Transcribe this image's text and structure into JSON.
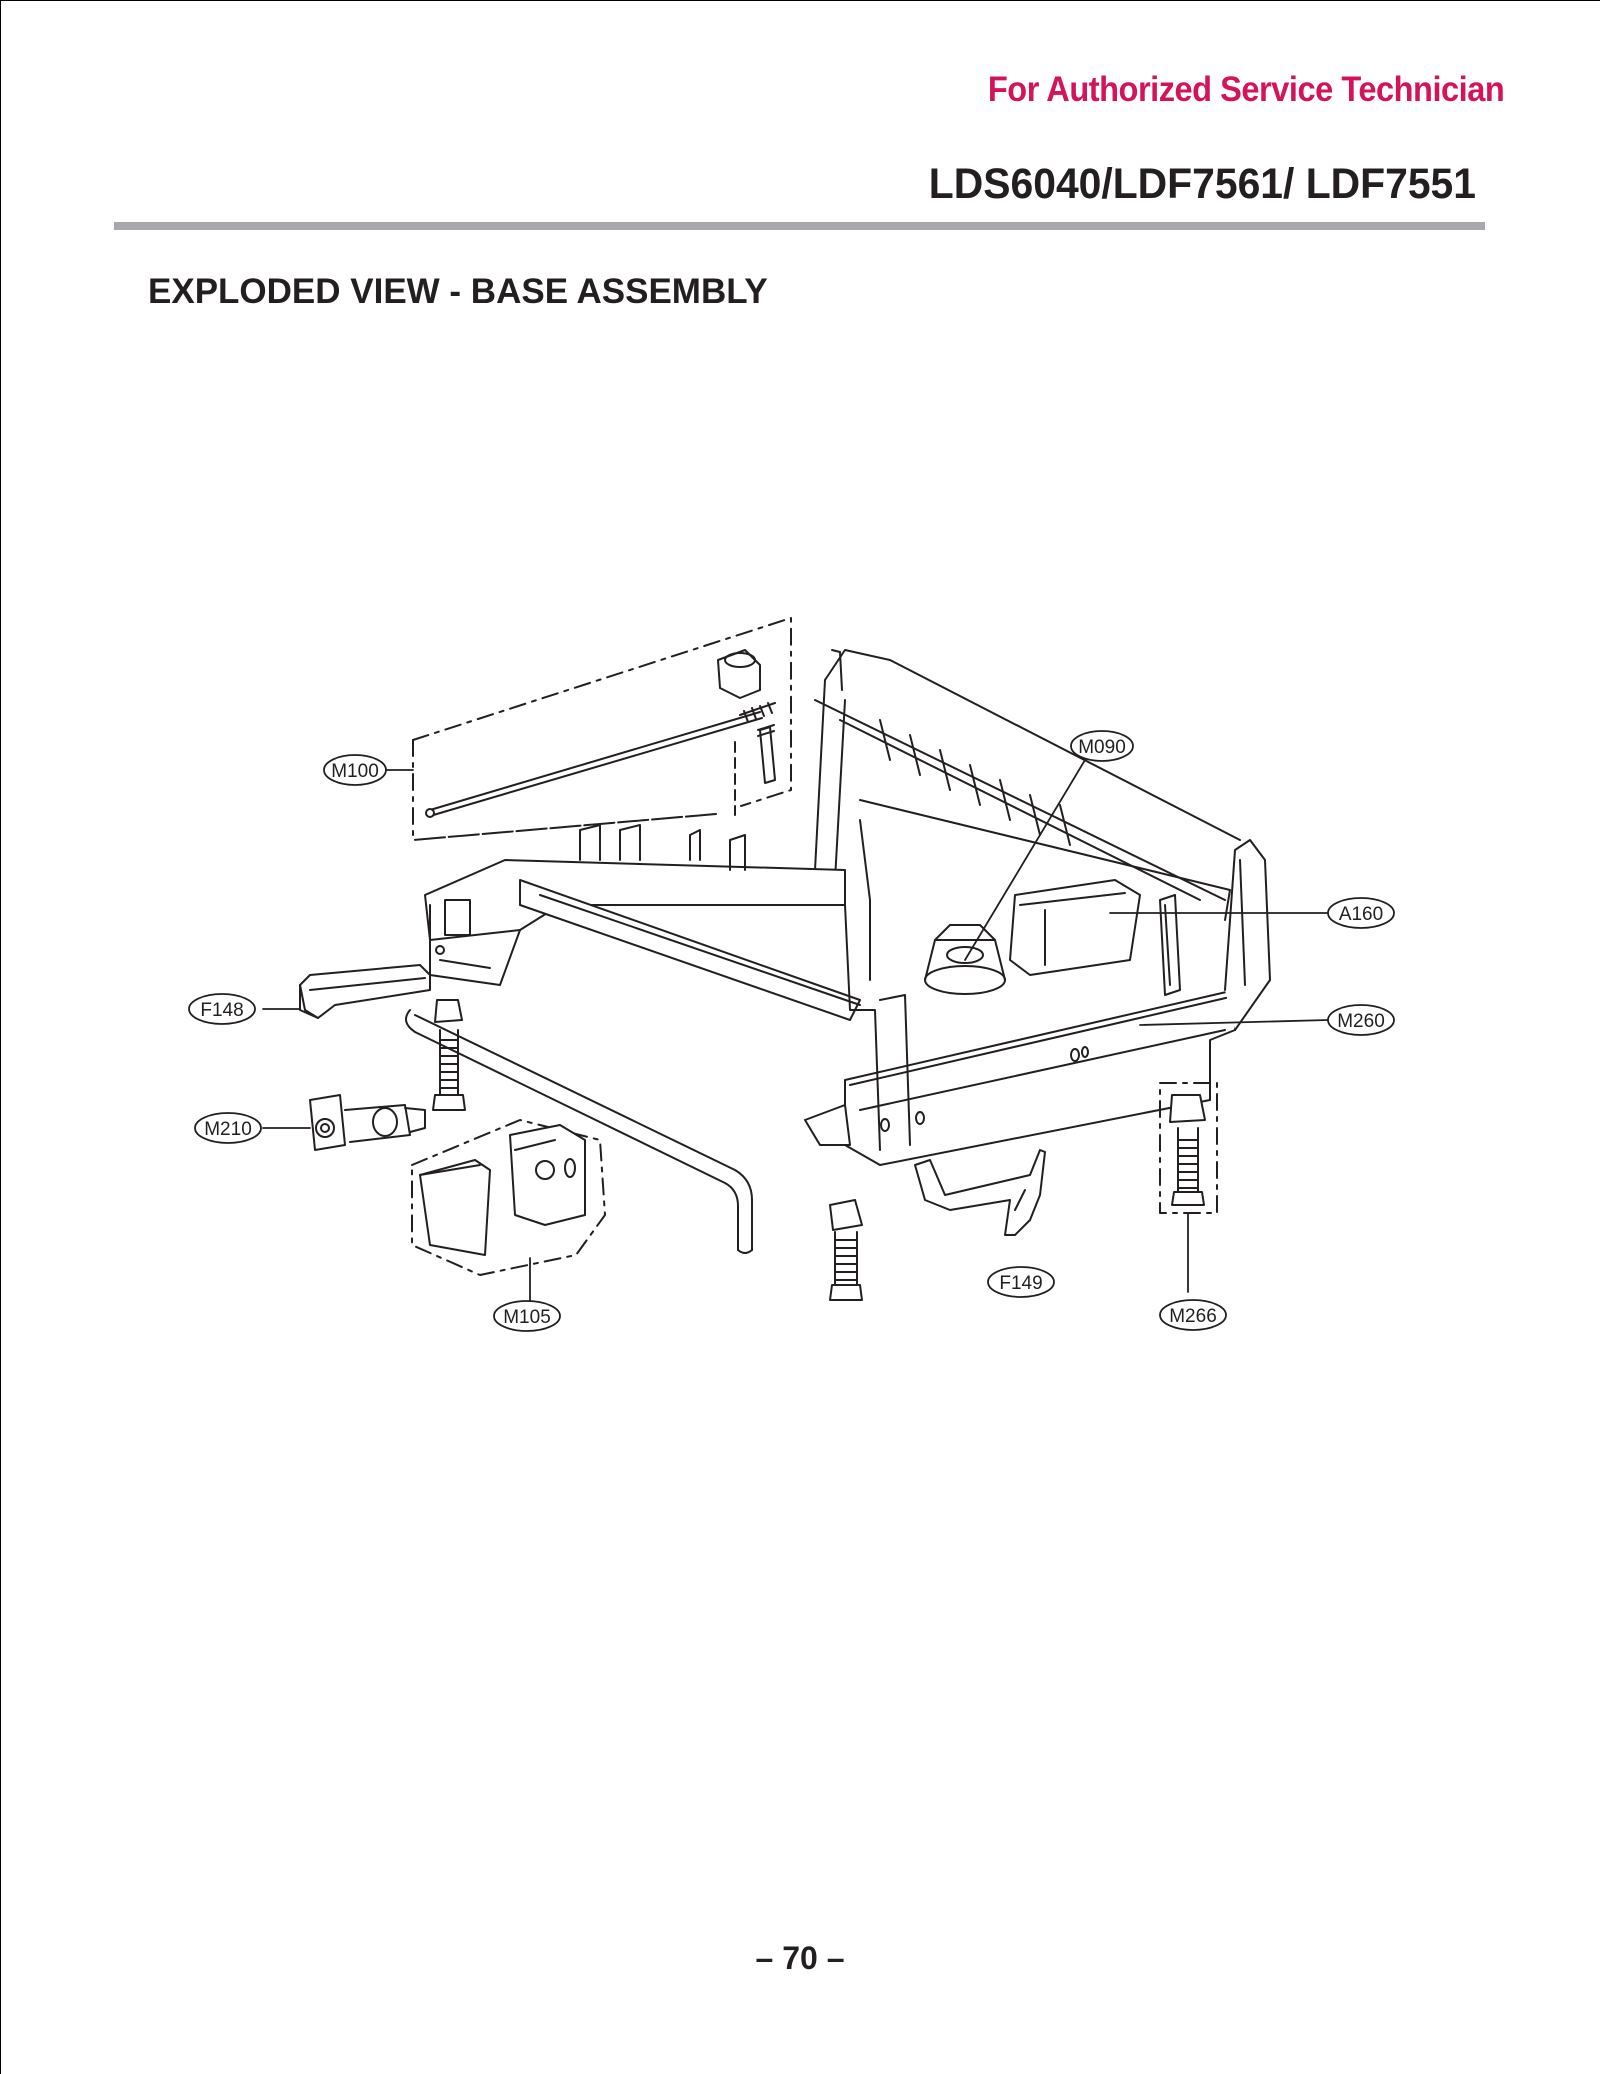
{
  "header": {
    "tagline": "For Authorized Service Technician",
    "model": "LDS6040/LDF7561/ LDF7551"
  },
  "section_title": "EXPLODED VIEW - BASE ASSEMBLY",
  "callouts": {
    "m100": "M100",
    "m090": "M090",
    "a160": "A160",
    "f148": "F148",
    "m260": "M260",
    "m210": "M210",
    "m105": "M105",
    "f149": "F149",
    "m266": "M266"
  },
  "footer": {
    "page_number": "– 70 –"
  },
  "colors": {
    "tagline": "#d4145a",
    "text": "#231f20",
    "rule": "#a7a9ac"
  }
}
